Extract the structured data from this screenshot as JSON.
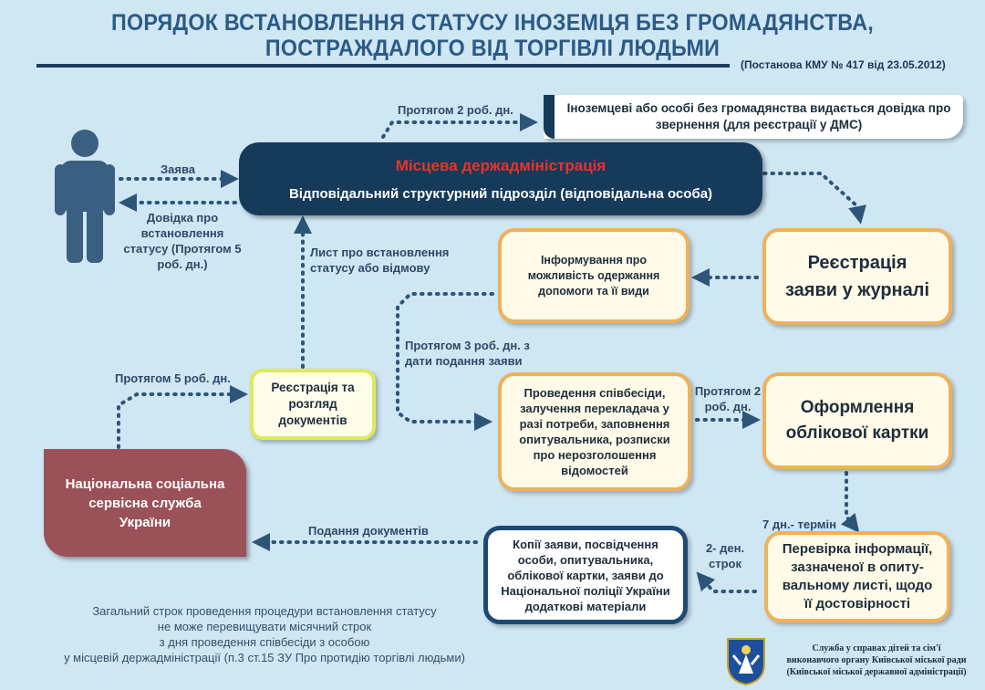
{
  "header": {
    "title_line1": "ПОРЯДОК  ВСТАНОВЛЕННЯ  СТАТУСУ  ІНОЗЕМЦЯ БЕЗ ГРОМАДЯНСТВА,",
    "title_line2": "ПОСТРАЖДАЛОГО ВІД ТОРГІВЛІ ЛЮДЬМИ",
    "subtitle": "(Постанова КМУ  № 417 від 23.05.2012)"
  },
  "nodes": {
    "local_admin_title": "Місцева держадміністрація",
    "local_admin_sub": "Відповідальний структурний підрозділ (відповідальна особа)",
    "certificate": "Іноземцеві або особі без громадянства видається довідка про звернення (для реєстрації у ДМС)",
    "registration_journal": "Реєстрація заяви у журналі",
    "informing": "Інформування про можливість одержання допомоги та її види",
    "interview": "Проведення співбесіди, залучення перекладача у разі потреби, заповнення опитувальника, розписки про нерозголошення відомостей",
    "card": "Оформлення облікової картки",
    "verify": "Перевірка інформації, зазначеної в опиту-вальному листі, щодо її достовірності",
    "copies": "Копії заяви, посвідчення особи, опитувальника, облікової картки, заяви до Національної поліції України додаткові матеріали",
    "nssu": "Національна соціальна сервісна служба України",
    "reg_docs": "Реєстрація та розгляд документів"
  },
  "labels": {
    "application": "Заява",
    "status_cert": "Довідка про встановлення статусу (Протягом 5 роб. дн.)",
    "within_2": "Протягом 2 роб. дн.",
    "letter": "Лист про встановлення статусу або відмову",
    "within_3": "Протягом 3 роб. дн. з дати подання заяви",
    "within_2b": "Протягом 2 роб. дн.",
    "within_5": "Протягом 5 роб. дн.",
    "seven_days": "7 дн.- термін",
    "two_days": "2- ден. строк",
    "submission": "Подання документів"
  },
  "footer": {
    "note_l1": "Загальний строк проведення процедури встановлення статусу",
    "note_l2": "не може перевищувати місячний строк",
    "note_l3": "з дня проведення співбесіди з особою",
    "note_l4": "у місцевій держадміністрації (п.3 ст.15 ЗУ Про протидію торгівлі людьми)",
    "org_l1": "Служба у справах дітей та сім'ї",
    "org_l2": "виконавчого органу Київської міської ради",
    "org_l3": "(Київської міської державної адміністрації)"
  },
  "icons": {
    "person": "person-icon",
    "emblem": "kyiv-emblem-icon"
  },
  "colors": {
    "background": "#cfe6f3",
    "navy": "#163a5a",
    "orange": "#f0b15a",
    "yellow": "#dfe95a",
    "maroon": "#9a5157",
    "title": "#2a5a86",
    "red_text": "#e8332c"
  }
}
